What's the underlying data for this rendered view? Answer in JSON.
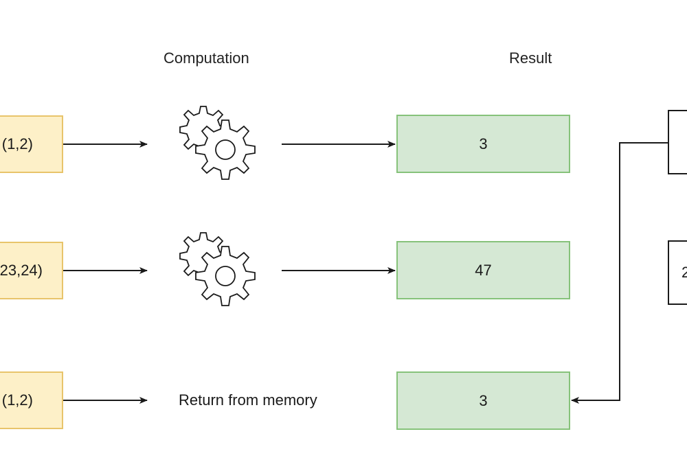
{
  "headers": {
    "computation": "Computation",
    "result": "Result"
  },
  "rows": [
    {
      "input": "(1,2)",
      "computation": "gears-icon",
      "result": "3"
    },
    {
      "input": "23,24)",
      "computation": "gears-icon",
      "result": "47"
    },
    {
      "input": "(1,2)",
      "computation": "Return from memory",
      "result": "3"
    }
  ],
  "cache": {
    "entry_2_partial": "2"
  },
  "colors": {
    "input_fill": "#fdf0c8",
    "input_border": "#e8c46a",
    "result_fill": "#d5e8d4",
    "result_border": "#86c27a",
    "line": "#1a1a1a"
  }
}
